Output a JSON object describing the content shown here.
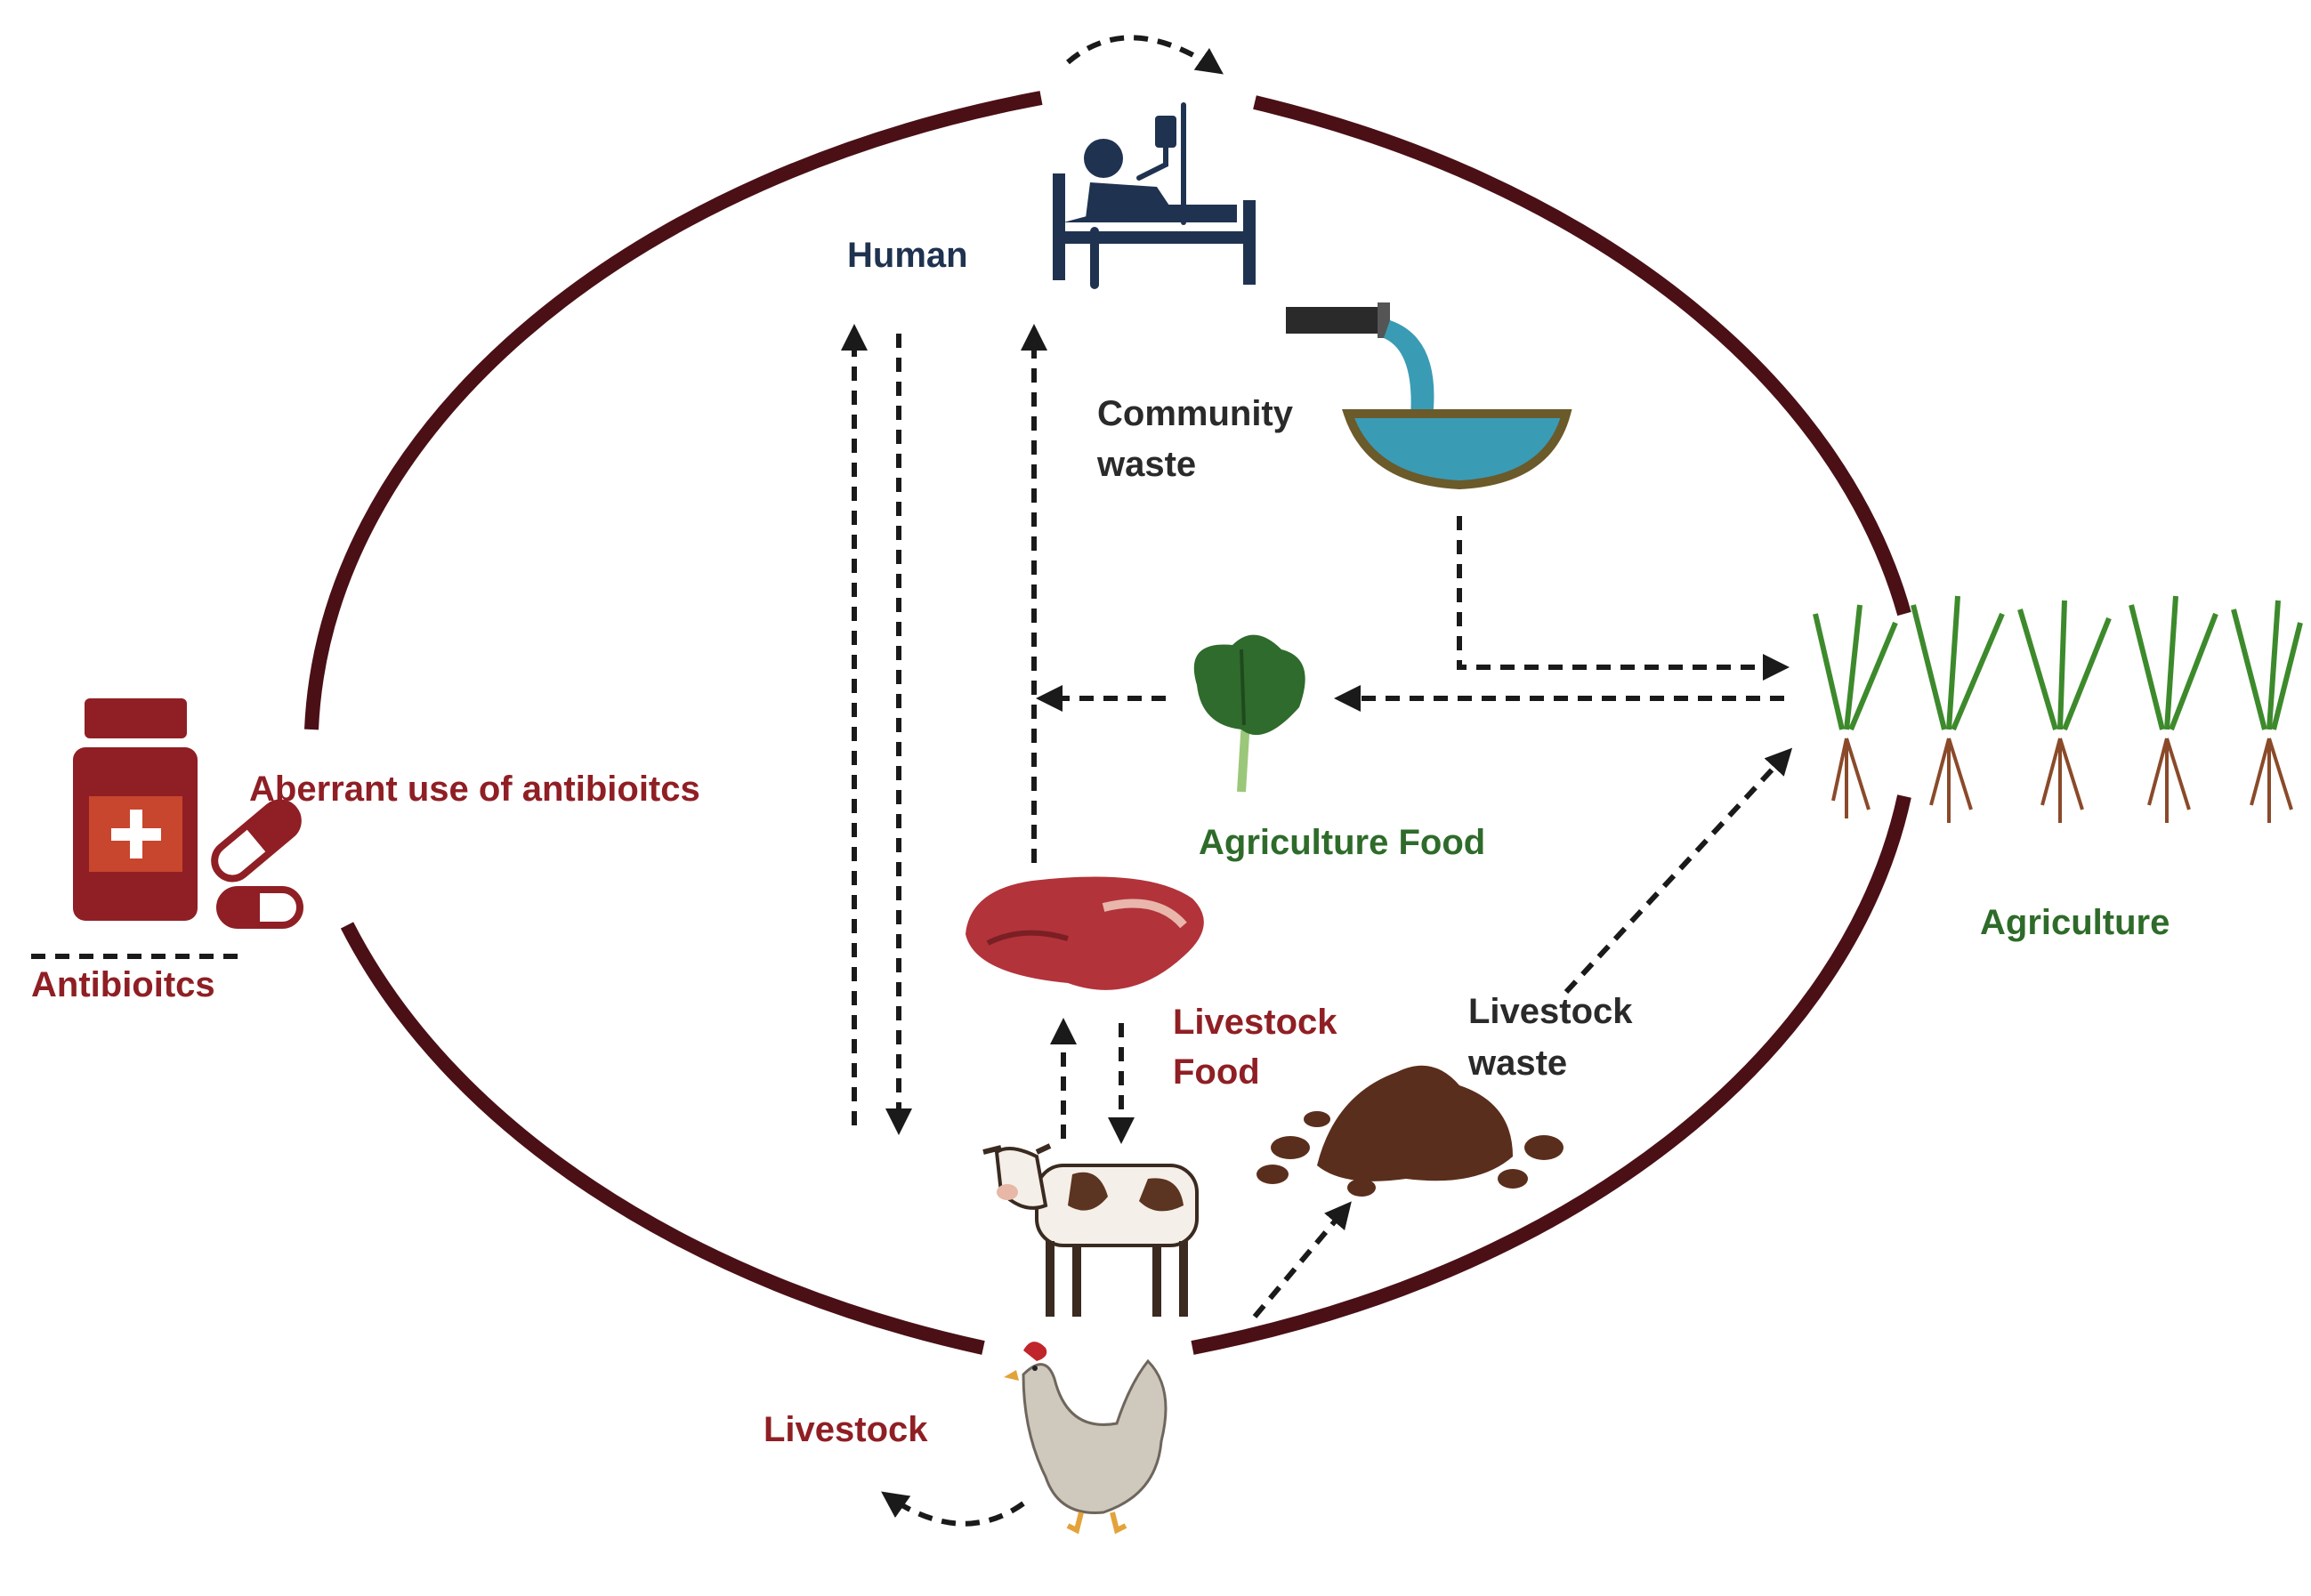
{
  "labels": {
    "human": "Human",
    "community_waste_line1": "Community",
    "community_waste_line2": "waste",
    "aberrant_use": "Aberrant use of antibioitcs",
    "antibiotics": "Antibioitcs",
    "agriculture_food": "Agriculture Food",
    "agriculture": "Agriculture",
    "livestock_food_line1": "Livestock",
    "livestock_food_line2": "Food",
    "livestock_waste_line1": "Livestock",
    "livestock_waste_line2": "waste",
    "livestock": "Livestock"
  },
  "colors": {
    "ring": "#4a1016",
    "human_text": "#1f3350",
    "antibiotic_text": "#8f1f24",
    "green_text": "#2e6b2a",
    "dark_text": "#2a2a2a",
    "arrow": "#1a1a1a"
  }
}
